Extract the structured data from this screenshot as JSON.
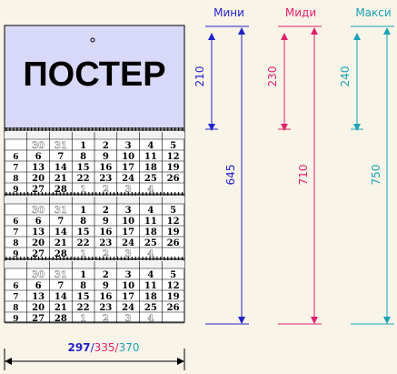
{
  "poster": {
    "title": "ПОСТЕР"
  },
  "colors": {
    "mini": "#2222cc",
    "midi": "#e0206e",
    "maxi": "#1aa3b3",
    "header_bg": "#d8d8f8",
    "page_bg": "#f9f4e8"
  },
  "sizes": [
    {
      "key": "mini",
      "label": "Мини",
      "header": "210",
      "total": "645"
    },
    {
      "key": "midi",
      "label": "Миди",
      "header": "230",
      "total": "710"
    },
    {
      "key": "maxi",
      "label": "Макси",
      "header": "240",
      "total": "750"
    }
  ],
  "widths": {
    "mini": "297",
    "sep1": "/",
    "midi": "335",
    "sep2": "/",
    "maxi": "370"
  },
  "calendar": {
    "weekday_row": [
      "",
      "",
      "",
      "",
      "",
      "",
      "",
      ""
    ],
    "rows": [
      [
        "",
        "30",
        "31",
        "1",
        "2",
        "3",
        "4",
        "5"
      ],
      [
        "6",
        "6",
        "7",
        "8",
        "9",
        "10",
        "11",
        "12"
      ],
      [
        "7",
        "13",
        "14",
        "15",
        "16",
        "17",
        "18",
        "19"
      ],
      [
        "8",
        "20",
        "21",
        "22",
        "23",
        "24",
        "25",
        "26"
      ],
      [
        "9",
        "27",
        "28",
        "1",
        "2",
        "3",
        "4",
        ""
      ]
    ],
    "faded": [
      [
        false,
        true,
        true,
        false,
        false,
        false,
        false,
        false
      ],
      [
        false,
        false,
        false,
        false,
        false,
        false,
        false,
        false
      ],
      [
        false,
        false,
        false,
        false,
        false,
        false,
        false,
        false
      ],
      [
        false,
        false,
        false,
        false,
        false,
        false,
        false,
        false
      ],
      [
        false,
        false,
        false,
        true,
        true,
        true,
        true,
        false
      ]
    ]
  }
}
